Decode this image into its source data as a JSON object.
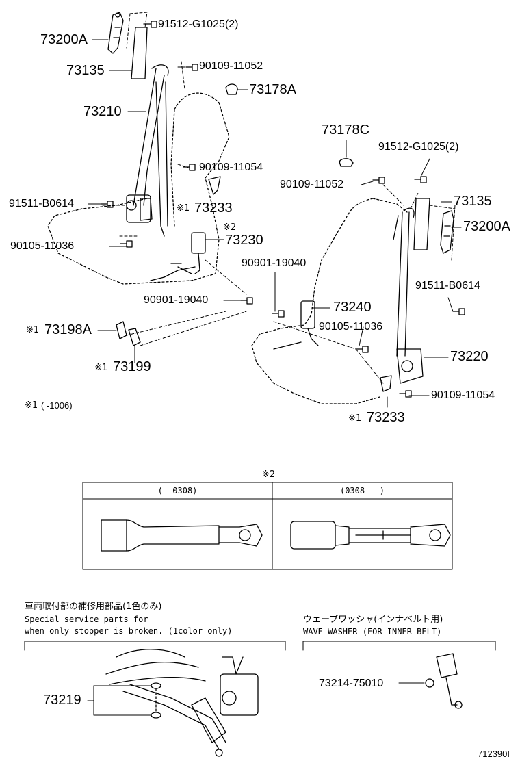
{
  "part_labels": [
    {
      "id": "p1",
      "text": "73200A"
    },
    {
      "id": "p2",
      "text": "73135"
    },
    {
      "id": "p3",
      "text": "73210"
    },
    {
      "id": "p4",
      "text": "91512-G1025(2)"
    },
    {
      "id": "p5",
      "text": "90109-11052"
    },
    {
      "id": "p6",
      "text": "73178A"
    },
    {
      "id": "p7",
      "text": "90109-11054"
    },
    {
      "id": "p8",
      "text": "91511-B0614"
    },
    {
      "id": "p9",
      "text": "73233"
    },
    {
      "id": "p10",
      "text": "73230"
    },
    {
      "id": "p11",
      "text": "90105-11036"
    },
    {
      "id": "p12",
      "text": "90901-19040"
    },
    {
      "id": "p13",
      "text": "90901-19040"
    },
    {
      "id": "p14",
      "text": "73198A"
    },
    {
      "id": "p15",
      "text": "73199"
    },
    {
      "id": "p16",
      "text": "73178C"
    },
    {
      "id": "p17",
      "text": "91512-G1025(2)"
    },
    {
      "id": "p18",
      "text": "90109-11052"
    },
    {
      "id": "p19",
      "text": "73135"
    },
    {
      "id": "p20",
      "text": "73200A"
    },
    {
      "id": "p21",
      "text": "91511-B0614"
    },
    {
      "id": "p22",
      "text": "73240"
    },
    {
      "id": "p23",
      "text": "90105-11036"
    },
    {
      "id": "p24",
      "text": "73220"
    },
    {
      "id": "p25",
      "text": "90109-11054"
    },
    {
      "id": "p26",
      "text": "73233"
    },
    {
      "id": "p27",
      "text": "73219"
    },
    {
      "id": "p28",
      "text": "73214-75010"
    }
  ],
  "marks": {
    "ref1": "※1",
    "ref2": "※2"
  },
  "footnote": {
    "mark": "※1",
    "range": "(      -1006)"
  },
  "variant_table": {
    "title": "※2",
    "col1": "(      -0308)",
    "col2": "(0308 -      )"
  },
  "service_parts": {
    "jp": "車両取付部の補修用部品(1色のみ)",
    "en1": "Special service parts for",
    "en2": " when only stopper is broken. (1color only)"
  },
  "wave_washer": {
    "jp": "ウェーブワッシャ(インナベルト用)",
    "en": "WAVE WASHER (FOR INNER BELT)"
  },
  "diagram_code": "712390I"
}
